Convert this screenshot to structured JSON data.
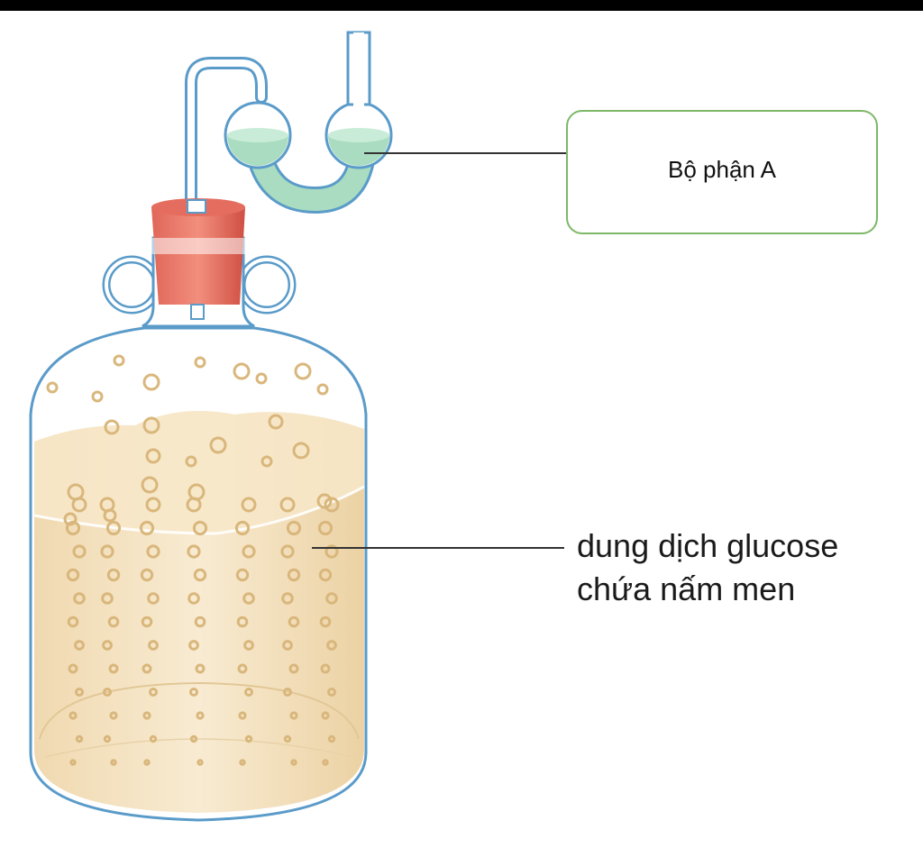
{
  "labels": {
    "part_a": "Bộ phận A",
    "solution_line1": "dung dịch glucose",
    "solution_line2": "chứa nấm men"
  },
  "colors": {
    "box_border": "#7cb867",
    "glass_outline": "#5a9bc9",
    "liquid": "#f3e0bf",
    "bubble": "#d9b77c",
    "stopper": "#d9534a",
    "airlock_liquid": "#a9dcc0",
    "leader_line": "#333333"
  }
}
